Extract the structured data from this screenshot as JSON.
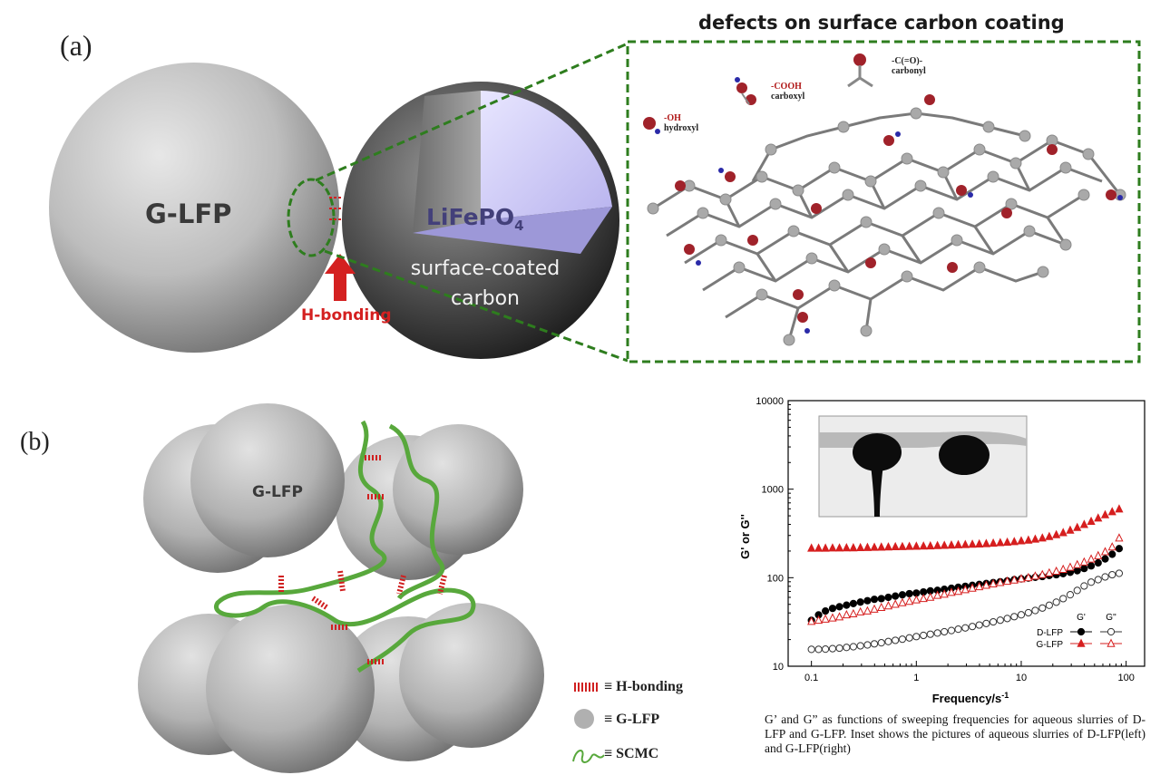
{
  "panel_a": {
    "label": "(a)",
    "sphere_left_label": "G-LFP",
    "core_label_main": "LiFePO",
    "core_label_sub": "4",
    "coating_label_line1": "surface-coated",
    "coating_label_line2": "carbon",
    "arrow_label": "H-bonding",
    "callout_title": "defects on surface carbon coating",
    "groups": {
      "hydroxyl_formula": "-OH",
      "hydroxyl_name": "hydroxyl",
      "carboxyl_formula": "-COOH",
      "carboxyl_name": "carboxyl",
      "carbonyl_formula": "-C(=O)-",
      "carbonyl_name": "carbonyl"
    }
  },
  "panel_b": {
    "label": "(b)",
    "sphere_label": "G-LFP",
    "legend": [
      {
        "symbol": "≡",
        "label": "H-bonding"
      },
      {
        "symbol": "≡",
        "label": "G-LFP"
      },
      {
        "symbol": "≡",
        "label": "SCMC"
      }
    ]
  },
  "chart_data": {
    "type": "scatter",
    "xlabel": "Frequency/s",
    "xlabel_sup": "-1",
    "ylabel": "G' or G''",
    "x_scale": "log",
    "y_scale": "log",
    "xlim": [
      0.06,
      150
    ],
    "ylim": [
      10,
      10000
    ],
    "x_ticks": [
      "0.1",
      "1",
      "10",
      "100"
    ],
    "y_ticks": [
      "10",
      "100",
      "1000",
      "10000"
    ],
    "legend_header_g1": "G'",
    "legend_header_g2": "G''",
    "legend_placement": "bottom-right",
    "x": [
      0.1,
      0.117,
      0.136,
      0.159,
      0.185,
      0.216,
      0.251,
      0.293,
      0.342,
      0.398,
      0.464,
      0.541,
      0.631,
      0.736,
      0.858,
      1.0,
      1.17,
      1.36,
      1.59,
      1.85,
      2.16,
      2.51,
      2.93,
      3.42,
      3.98,
      4.64,
      5.41,
      6.31,
      7.36,
      8.58,
      10.0,
      11.7,
      13.6,
      15.9,
      18.5,
      21.6,
      25.1,
      29.3,
      34.2,
      39.8,
      46.4,
      54.1,
      63.1,
      73.6,
      85.8
    ],
    "series": [
      {
        "name": "D-LFP",
        "modulus": "G'",
        "marker": "filled-circle",
        "color": "#000000",
        "values": [
          33,
          38,
          42,
          45,
          47,
          49,
          51,
          53,
          55,
          57,
          58,
          60,
          62,
          64,
          66,
          67,
          69,
          71,
          72,
          74,
          76,
          78,
          80,
          82,
          84,
          86,
          88,
          90,
          92,
          95,
          97,
          99,
          101,
          103,
          106,
          108,
          111,
          115,
          120,
          127,
          136,
          147,
          163,
          184,
          213
        ]
      },
      {
        "name": "D-LFP",
        "modulus": "G''",
        "marker": "open-circle",
        "color": "#333333",
        "values": [
          15.5,
          15.5,
          15.6,
          15.8,
          16,
          16.3,
          16.6,
          17,
          17.4,
          17.9,
          18.4,
          19,
          19.6,
          20.2,
          20.9,
          21.6,
          22.3,
          23,
          23.7,
          24.5,
          25.3,
          26.2,
          27.1,
          28.1,
          29.2,
          30.4,
          31.7,
          33.1,
          34.6,
          36.3,
          38.1,
          40.2,
          42.6,
          45.4,
          48.8,
          52.9,
          58,
          64.2,
          71.8,
          80.6,
          89,
          95,
          102,
          108,
          112
        ]
      },
      {
        "name": "G-LFP",
        "modulus": "G'",
        "marker": "filled-triangle",
        "color": "#d61f1f",
        "values": [
          215,
          215,
          215,
          216,
          216,
          217,
          217,
          218,
          219,
          220,
          221,
          222,
          223,
          224,
          225,
          226,
          227,
          228,
          230,
          231,
          233,
          235,
          236,
          238,
          240,
          242,
          245,
          248,
          251,
          255,
          260,
          265,
          272,
          280,
          291,
          305,
          322,
          343,
          368,
          398,
          432,
          470,
          512,
          555,
          595
        ]
      },
      {
        "name": "G-LFP",
        "modulus": "G''",
        "marker": "open-triangle",
        "color": "#d61f1f",
        "values": [
          32,
          33,
          34,
          35,
          36,
          38,
          39,
          41,
          42,
          44,
          46,
          48,
          50,
          52,
          54,
          56,
          58,
          60,
          63,
          65,
          68,
          70,
          73,
          76,
          79,
          82,
          85,
          88,
          91,
          94,
          97,
          100,
          104,
          108,
          113,
          118,
          124,
          131,
          140,
          150,
          162,
          177,
          196,
          222,
          280
        ]
      }
    ]
  },
  "caption": "G’ and G” as functions of sweeping frequencies for aqueous slurries of D-LFP and G-LFP. Inset shows the pictures of aqueous slurries of D-LFP(left) and G-LFP(right)"
}
